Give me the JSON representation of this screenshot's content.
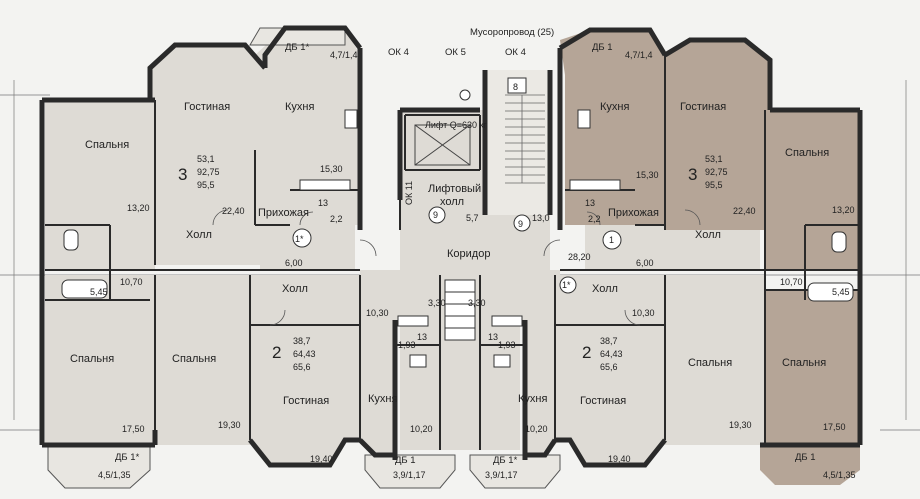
{
  "palette": {
    "background": "#f3f3f1",
    "room_fill": "#dedbd5",
    "highlight_fill": "#b5a597",
    "wall": "#2a2a2a"
  },
  "top": {
    "chute": "Мусоропровод (25)",
    "windows": [
      "ОК 4",
      "ОК 5",
      "ОК 4"
    ],
    "balcony_left": "ДБ 1*",
    "balcony_left_area": "4,7/1,4",
    "balcony_right": "ДБ 1",
    "balcony_right_area": "4,7/1,4",
    "stair_no": "8"
  },
  "core": {
    "lift": "Лифт Q=630 кг",
    "lift_hall_1": "Лифтовый",
    "lift_hall_2": "холл",
    "ok11": "ОК 11",
    "corridor": "Коридор",
    "v_57": "5,7",
    "v_130": "13,0",
    "n9a": "9",
    "n9b": "9"
  },
  "flat_tl": {
    "rooms": 3,
    "areas": [
      "53,1",
      "92,75",
      "95,5"
    ],
    "living": "Гостиная",
    "kitchen": "Кухня",
    "bedroom": "Спальня",
    "hall": "Холл",
    "entry": "Прихожая",
    "v_kitchen": "15,30",
    "v_bed": "13,20",
    "v_hall": "22,40",
    "v_bath": "5,45",
    "v_wc": "10,70",
    "v_corr": "6,00",
    "n13": "13",
    "v_22": "2,2",
    "marker": "1*"
  },
  "flat_tr": {
    "rooms": 3,
    "areas": [
      "53,1",
      "92,75",
      "95,5"
    ],
    "living": "Гостиная",
    "kitchen": "Кухня",
    "bedroom": "Спальня",
    "hall": "Холл",
    "entry": "Прихожая",
    "v_kitchen": "15,30",
    "v_bed": "13,20",
    "v_hall": "22,40",
    "v_bath": "5,45",
    "v_wc": "10,70",
    "v_corr": "6,00",
    "v_2820": "28,20",
    "n13": "13",
    "v_22": "2,2",
    "marker": "1"
  },
  "flat_bl": {
    "rooms": 2,
    "areas": [
      "38,7",
      "64,43",
      "65,6"
    ],
    "living": "Гостиная",
    "kitchen": "Кухня",
    "bedroom1": "Спальня",
    "bedroom2": "Спальня",
    "hall": "Холл",
    "v_bed1": "17,50",
    "v_bed2": "19,30",
    "v_living": "19,40",
    "v_kitchen": "10,20",
    "v_hall": "10,30",
    "v_bath": "3,30",
    "v_wc": "1,93",
    "n13": "13",
    "balcony": "ДБ 1*",
    "balcony_area": "4,5/1,35",
    "balcony2": "ДБ 1",
    "balcony2_area": "3,9/1,17"
  },
  "flat_br": {
    "rooms": 2,
    "areas": [
      "38,7",
      "64,43",
      "65,6"
    ],
    "living": "Гостиная",
    "kitchen": "Кухня",
    "bedroom1": "Спальня",
    "bedroom2": "Спальня",
    "hall": "Холл",
    "v_bed1": "17,50",
    "v_bed2": "19,30",
    "v_living": "19,40",
    "v_kitchen": "10,20",
    "v_hall": "10,30",
    "v_bath": "3,30",
    "v_wc": "1,93",
    "n13": "13",
    "marker": "1*",
    "balcony": "ДБ 1",
    "balcony_area": "4,5/1,35",
    "balcony2": "ДБ 1*",
    "balcony2_area": "3,9/1,17"
  }
}
